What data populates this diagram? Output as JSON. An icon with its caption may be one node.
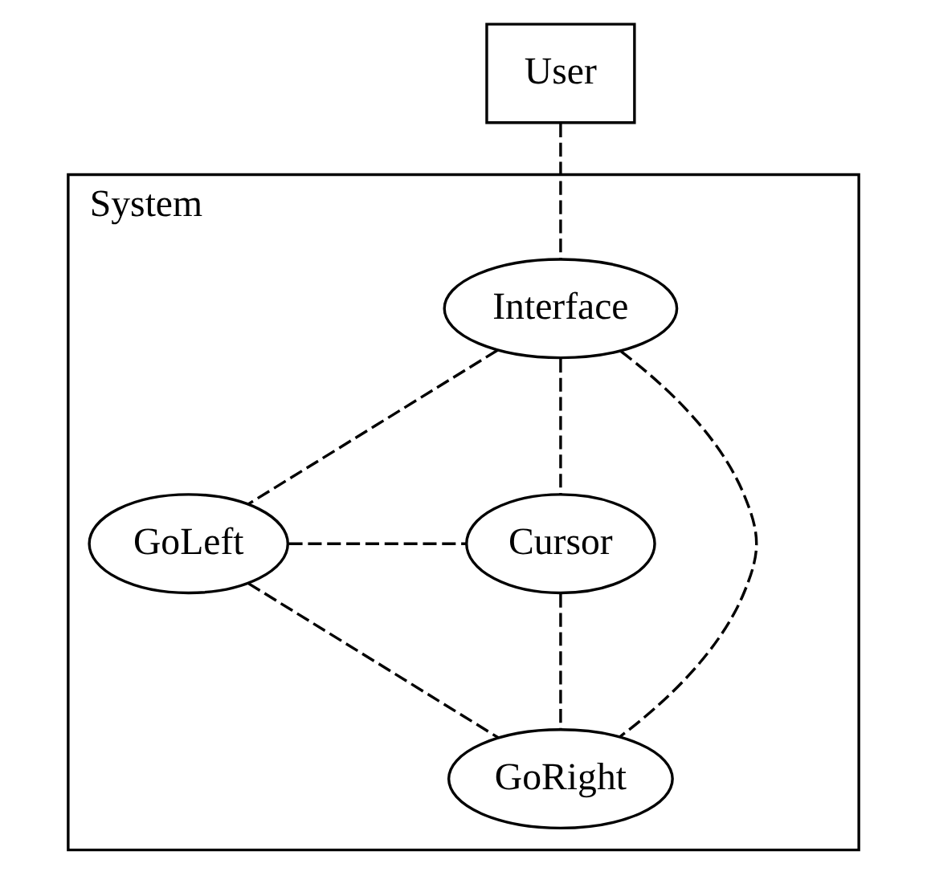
{
  "diagram": {
    "nodes": [
      {
        "text": [
          "User"
        ]
      },
      {
        "text": [
          "System"
        ]
      },
      {
        "text": [
          "Interface"
        ],
        "in": 1
      },
      {
        "text": [
          "GoLeft"
        ],
        "in": 1
      },
      {
        "text": [
          "Cursor"
        ],
        "in": 1
      },
      {
        "text": [
          "GoRight"
        ],
        "in": 1
      }
    ],
    "edges": [
      {
        "from": 0,
        "to": 2,
        "arrow": "none",
        "style": "dashed"
      },
      {
        "from": 2,
        "to": 3,
        "arrow": "none",
        "style": "dashed"
      },
      {
        "from": 2,
        "to": 4,
        "arrow": "none",
        "style": "dashed"
      },
      {
        "from": 2,
        "to": 5,
        "arrow": "none",
        "style": "dashed"
      },
      {
        "from": 3,
        "to": 4,
        "arrow": "none",
        "style": "dashed"
      },
      {
        "from": 3,
        "to": 5,
        "arrow": "none",
        "style": "dashed"
      },
      {
        "from": 4,
        "to": 5,
        "arrow": "none",
        "style": "dashed"
      }
    ]
  }
}
